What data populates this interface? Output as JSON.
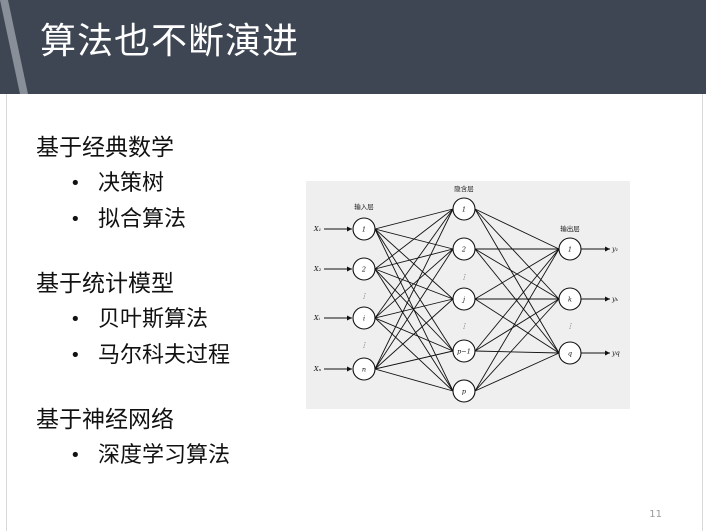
{
  "slide": {
    "title": "算法也不断演进",
    "page_number": "11"
  },
  "sections": [
    {
      "title": "基于经典数学",
      "items": [
        "决策树",
        "拟合算法"
      ]
    },
    {
      "title": "基于统计模型",
      "items": [
        "贝叶斯算法",
        "马尔科夫过程"
      ]
    },
    {
      "title": "基于神经网络",
      "items": [
        "深度学习算法"
      ]
    }
  ],
  "figure": {
    "layer_labels": {
      "input": "输入层",
      "hidden": "隐含层",
      "output": "输出层"
    },
    "input_nodes": [
      "1",
      "2",
      "⋮",
      "i",
      "⋮",
      "n"
    ],
    "hidden_nodes": [
      "1",
      "2",
      "⋮",
      "j",
      "⋮",
      "p−1",
      "p"
    ],
    "output_nodes": [
      "1",
      "k",
      "⋮",
      "q"
    ],
    "input_signals": [
      "X₁",
      "X₂",
      "Xᵢ",
      "Xₙ"
    ],
    "output_signals": [
      "y₁",
      "yₖ",
      "yq"
    ]
  },
  "colors": {
    "header_bg": "#3d4652",
    "header_accent": "#c8ccd1",
    "text": "#111111"
  }
}
